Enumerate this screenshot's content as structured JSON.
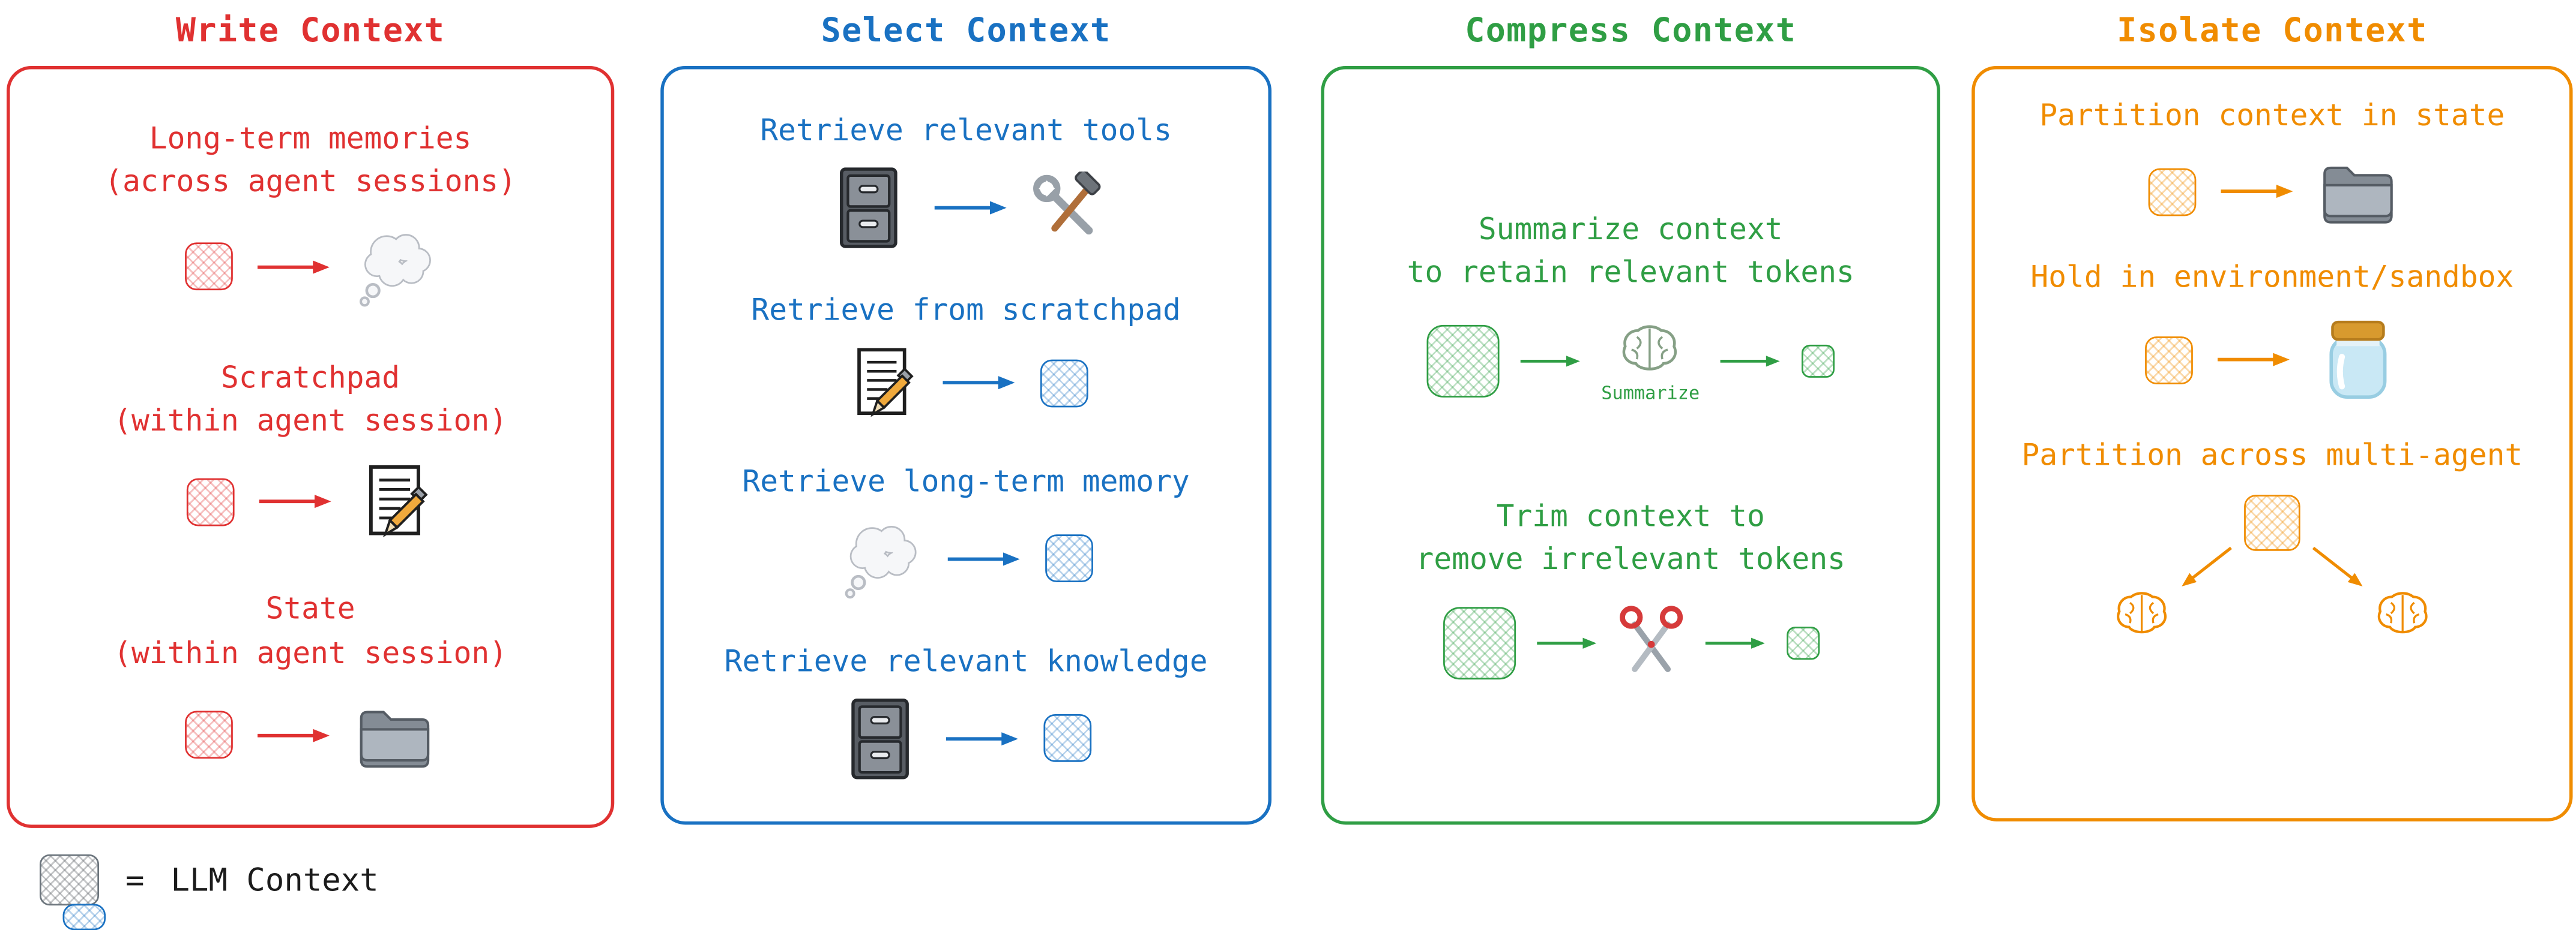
{
  "colors": {
    "write": "#e03131",
    "select": "#1971c2",
    "compress": "#2f9e44",
    "isolate": "#f08c00",
    "legend_box": "#6c757d"
  },
  "icons": {
    "llm-context-box": "hatched rounded square",
    "thought-cloud": "💭",
    "memo": "📝",
    "folder": "📁",
    "file-cabinet": "🗄",
    "hammer-wrench": "🛠",
    "brain": "🧠",
    "scissors": "✂",
    "jar": "🫙",
    "arrow": "⟶"
  },
  "panels": {
    "write": {
      "title": "Write Context",
      "rows": [
        {
          "line1": "Long-term memories",
          "line2": "(across agent sessions)"
        },
        {
          "line1": "Scratchpad",
          "line2": "(within agent session)"
        },
        {
          "line1": "State",
          "line2": "(within agent session)"
        }
      ]
    },
    "select": {
      "title": "Select Context",
      "rows": [
        {
          "label": "Retrieve relevant tools"
        },
        {
          "label": "Retrieve from scratchpad"
        },
        {
          "label": "Retrieve long-term memory"
        },
        {
          "label": "Retrieve relevant knowledge"
        }
      ]
    },
    "compress": {
      "title": "Compress Context",
      "rows": [
        {
          "line1": "Summarize context",
          "line2": "to retain relevant tokens",
          "icon_label": "Summarize"
        },
        {
          "line1": "Trim context to",
          "line2": "remove irrelevant tokens"
        }
      ]
    },
    "isolate": {
      "title": "Isolate Context",
      "rows": [
        {
          "label": "Partition context in state"
        },
        {
          "label": "Hold in environment/sandbox"
        },
        {
          "label": "Partition across multi-agent"
        }
      ]
    }
  },
  "legend": {
    "equals": "=",
    "label": "LLM Context"
  }
}
